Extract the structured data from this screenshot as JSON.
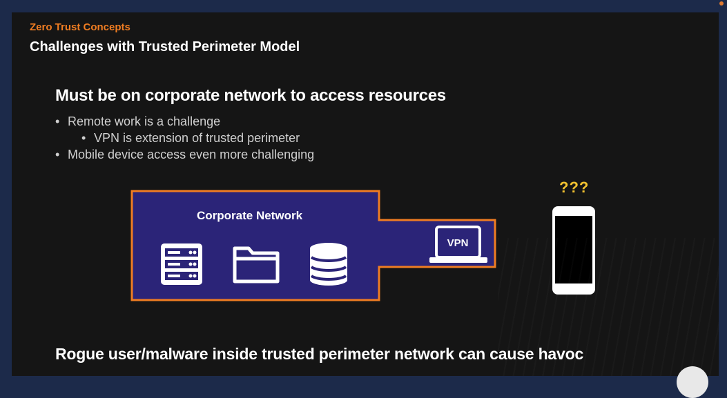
{
  "slide": {
    "kicker": "Zero Trust Concepts",
    "title": "Challenges with Trusted Perimeter Model",
    "heading": "Must be on corporate network to access resources",
    "bullets": [
      {
        "text": "Remote work is a challenge",
        "level": 1
      },
      {
        "text": "VPN is extension of trusted perimeter",
        "level": 2
      },
      {
        "text": "Mobile device access even more challenging",
        "level": 1
      }
    ],
    "footer": "Rogue user/malware inside trusted perimeter network can cause havoc"
  },
  "diagram": {
    "network_label": "Corporate Network",
    "vpn_label": "VPN",
    "question_label": "???",
    "icons": [
      "server-icon",
      "folder-icon",
      "database-icon",
      "laptop-icon",
      "smartphone-icon"
    ],
    "colors": {
      "network_fill": "#2b2478",
      "border": "#f07d22",
      "question": "#f2c230"
    }
  },
  "theme": {
    "background": "#151515",
    "accent": "#f07d22",
    "text": "#ffffff",
    "muted_text": "#cfcfcf"
  }
}
